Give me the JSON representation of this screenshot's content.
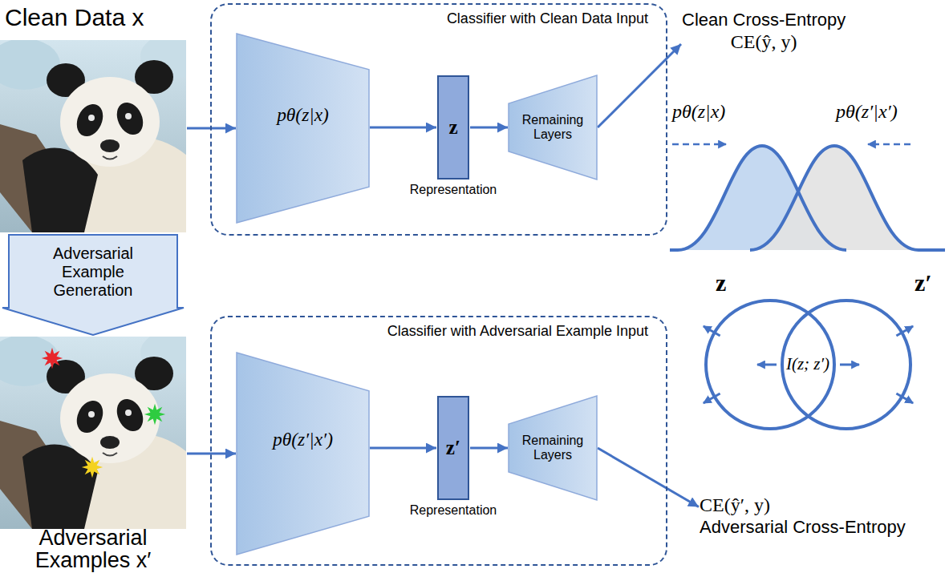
{
  "diagram": {
    "nodes": [
      {
        "text": [
          "Clean Data x"
        ]
      },
      {
        "text": [
          "Classifier with Clean Data Input"
        ]
      },
      {
        "text": [
          "pθ(z|x)"
        ],
        "in": 1
      },
      {
        "text": [
          "z",
          "Representation"
        ],
        "in": 1
      },
      {
        "text": [
          "Remaining Layers"
        ],
        "in": 1
      },
      {
        "text": [
          "Clean Cross-Entropy",
          "CE(ŷ, y)"
        ]
      },
      {
        "text": [
          "Adversarial Examples x′"
        ]
      },
      {
        "text": [
          "Classifier with Adversarial Example Input"
        ]
      },
      {
        "text": [
          "pθ(z′|x′)"
        ],
        "in": 7
      },
      {
        "text": [
          "z′",
          "Representation"
        ],
        "in": 7
      },
      {
        "text": [
          "Remaining Layers"
        ],
        "in": 7
      },
      {
        "text": [
          "CE(ŷ′, y)",
          "Adversarial Cross-Entropy"
        ]
      }
    ],
    "edges": [
      {
        "from": 0,
        "to": 2,
        "arrow": "to"
      },
      {
        "from": 2,
        "to": 3,
        "arrow": "to"
      },
      {
        "from": 3,
        "to": 4,
        "arrow": "to"
      },
      {
        "from": 4,
        "to": 5,
        "arrow": "to"
      },
      {
        "from": 0,
        "to": 6,
        "arrow": "to",
        "label": "Adversarial Example Generation"
      },
      {
        "from": 6,
        "to": 8,
        "arrow": "to"
      },
      {
        "from": 8,
        "to": 9,
        "arrow": "to"
      },
      {
        "from": 9,
        "to": 10,
        "arrow": "to"
      },
      {
        "from": 10,
        "to": 11,
        "arrow": "to"
      }
    ],
    "labels": [
      "pθ(z|x)",
      "pθ(z′|x′)",
      "z",
      "z′",
      "I(z; z′)"
    ]
  }
}
